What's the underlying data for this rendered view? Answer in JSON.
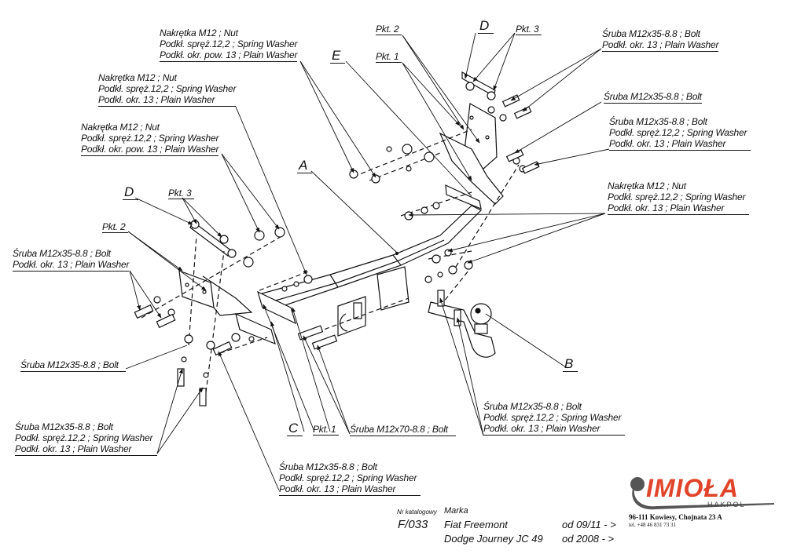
{
  "diagram": {
    "title": "Tow bar assembly exploded view",
    "part_letters": {
      "A": "A",
      "B": "B",
      "C": "C",
      "D_top": "D",
      "D_left": "D",
      "E": "E"
    },
    "points": {
      "pkt1_top": "Pkt. 1",
      "pkt2_top": "Pkt. 2",
      "pkt3_top": "Pkt. 3",
      "pkt2_left": "Pkt. 2",
      "pkt3_left": "Pkt. 3",
      "pkt1_bottom": "Pkt. 1"
    },
    "callouts": {
      "nut_top": [
        "Nakrętka  M12 ; Nut",
        "Podkł. spręż.12,2 ; Spring Washer",
        "Podkł. okr. pow. 13 ; Plain Washer"
      ],
      "nut_left1": [
        "Nakrętka  M12 ; Nut",
        "Podkł. spręż.12,2 ; Spring Washer",
        "Podkł. okr. 13 ; Plain Washer"
      ],
      "nut_left2": [
        "Nakrętka  M12 ; Nut",
        "Podkł. spręż.12,2 ; Spring Washer",
        "Podkł. okr. pow. 13 ; Plain Washer"
      ],
      "bolt_top_right": [
        "Śruba M12x35-8.8 ;  Bolt",
        "Podkł. okr. 13 ; Plain Washer"
      ],
      "bolt_right_single": [
        "Śruba M12x35-8.8 ;  Bolt"
      ],
      "bolt_right_three": [
        "Śruba M12x35-8.8 ;  Bolt",
        "Podkł. spręż.12,2 ; Spring Washer",
        "Podkł. okr. 13 ; Plain Washer"
      ],
      "nut_right": [
        "Nakrętka  M12 ; Nut",
        "Podkł. spręż.12,2 ; Spring Washer",
        "Podkł. okr. 13 ; Plain Washer"
      ],
      "bolt_left": [
        "Śruba M12x35-8.8 ;  Bolt",
        "Podkł. okr. 13 ; Plain Washer"
      ],
      "bolt_left_single": [
        "Śruba M12x35-8.8 ;  Bolt"
      ],
      "bolt_bottom_left": [
        "Śruba M12x35-8.8 ;  Bolt",
        "Podkł. spręż.12,2 ; Spring Washer",
        "Podkł. okr. 13 ; Plain Washer"
      ],
      "bolt_m70": [
        "Śruba M12x70-8.8 ;  Bolt"
      ],
      "bolt_bottom_mid": [
        "Śruba M12x35-8.8 ;  Bolt",
        "Podkł. spręż.12,2 ; Spring Washer",
        "Podkł. okr. 13 ; Plain Washer"
      ],
      "bolt_bottom_right": [
        "Śruba M12x35-8.8 ;  Bolt",
        "Podkł. spręż.12,2 ; Spring Washer",
        "Podkł. okr. 13 ; Plain Washer"
      ]
    }
  },
  "title_block": {
    "catalog_label": "Nr katalogowy",
    "make_label": "Marka",
    "catalog_number": "F/033",
    "vehicles": [
      {
        "name": "Fiat Freemont",
        "years": "od 09/11 - >"
      },
      {
        "name": "Dodge Journey JC 49",
        "years": "od 2008 - >"
      }
    ]
  },
  "company": {
    "logo_text": "IMIOŁA",
    "logo_sub": "HAKPOL",
    "address": "96-111 Kowiesy, Chojnata 23 A",
    "phone": "tel. +48 46 831 73 31",
    "brand_color": "#e0452b"
  }
}
